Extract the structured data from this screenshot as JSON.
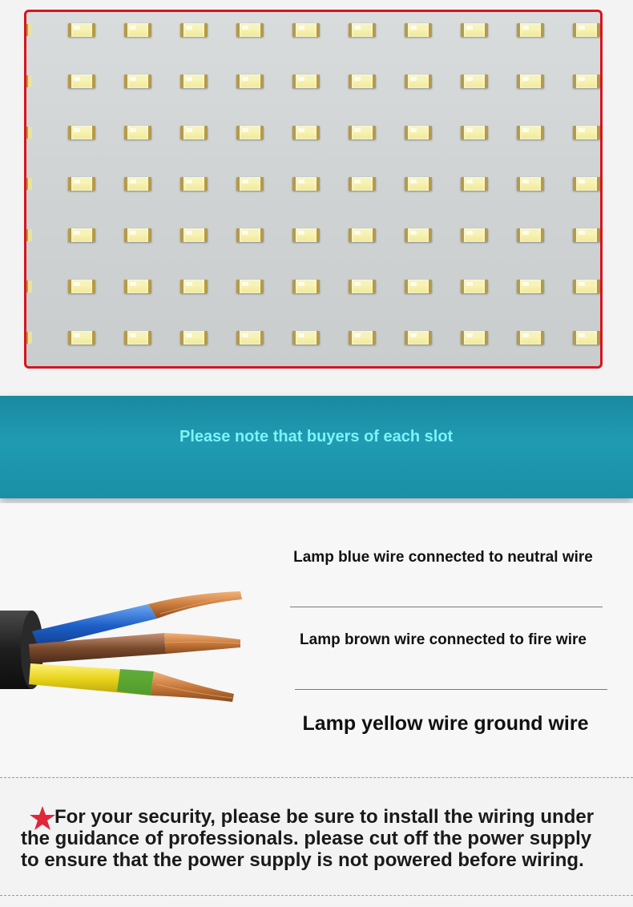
{
  "banner": {
    "text": "Please note that buyers of each slot"
  },
  "wiring": {
    "blue_label": "Lamp blue wire connected to neutral wire",
    "brown_label": "Lamp brown wire connected to fire wire",
    "yellow_label": "Lamp yellow wire ground wire",
    "wire_colors": {
      "blue": "#1d5fc8",
      "brown": "#7a4a2c",
      "yellow_green": "#e6d21a",
      "copper": "#c87a3c",
      "sheath": "#1e1e1e"
    }
  },
  "notice": {
    "icon": "star-icon",
    "line1": "For your security, please be sure to install the wiring under",
    "line2": "the guidance of professionals. please cut off the power supply",
    "line3": "to ensure that the power supply is not powered before wiring."
  },
  "colors": {
    "panel_border": "#d8141e",
    "banner": "#1f9bb2",
    "banner_text": "#7df3f7",
    "star": "#e0263a"
  }
}
